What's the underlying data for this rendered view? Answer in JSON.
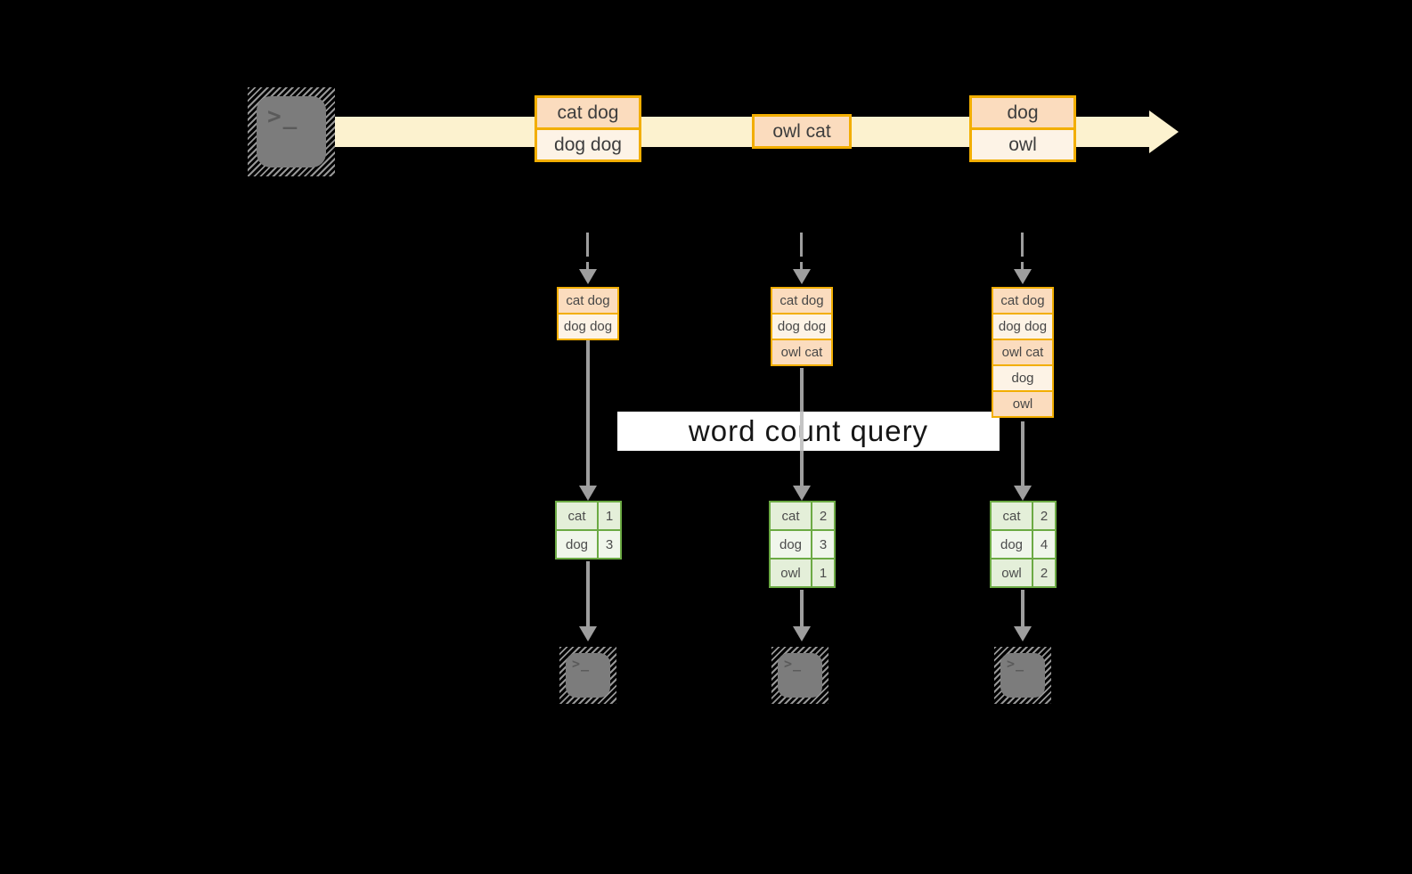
{
  "diagram_title": "word count query",
  "glyphs": {
    "terminal_prompt": ">_"
  },
  "colors": {
    "background": "#000000",
    "stream_band": "#fcf2cf",
    "gold_border": "#f2ae00",
    "peach_fill": "#fbdcbe",
    "cream_fill": "#fdf3e6",
    "green_border": "#6caa44",
    "green_fill_dark": "#e4efd9",
    "green_fill_light": "#f0f6eb",
    "arrow_gray": "#9e9e9e",
    "terminal_gray": "#7c7c7c",
    "query_label_bg": "#ffffff"
  },
  "stream": {
    "batches": [
      {
        "lines": [
          "cat dog",
          "dog dog"
        ]
      },
      {
        "lines": [
          "owl cat"
        ]
      },
      {
        "lines": [
          "dog",
          "owl"
        ]
      }
    ]
  },
  "columns": [
    {
      "state": [
        "cat dog",
        "dog dog"
      ],
      "counts": [
        {
          "word": "cat",
          "count": "1"
        },
        {
          "word": "dog",
          "count": "3"
        }
      ]
    },
    {
      "state": [
        "cat dog",
        "dog dog",
        "owl cat"
      ],
      "counts": [
        {
          "word": "cat",
          "count": "2"
        },
        {
          "word": "dog",
          "count": "3"
        },
        {
          "word": "owl",
          "count": "1"
        }
      ]
    },
    {
      "state": [
        "cat dog",
        "dog dog",
        "owl cat",
        "dog",
        "owl"
      ],
      "counts": [
        {
          "word": "cat",
          "count": "2"
        },
        {
          "word": "dog",
          "count": "4"
        },
        {
          "word": "owl",
          "count": "2"
        }
      ]
    }
  ],
  "query_label": "word count query"
}
